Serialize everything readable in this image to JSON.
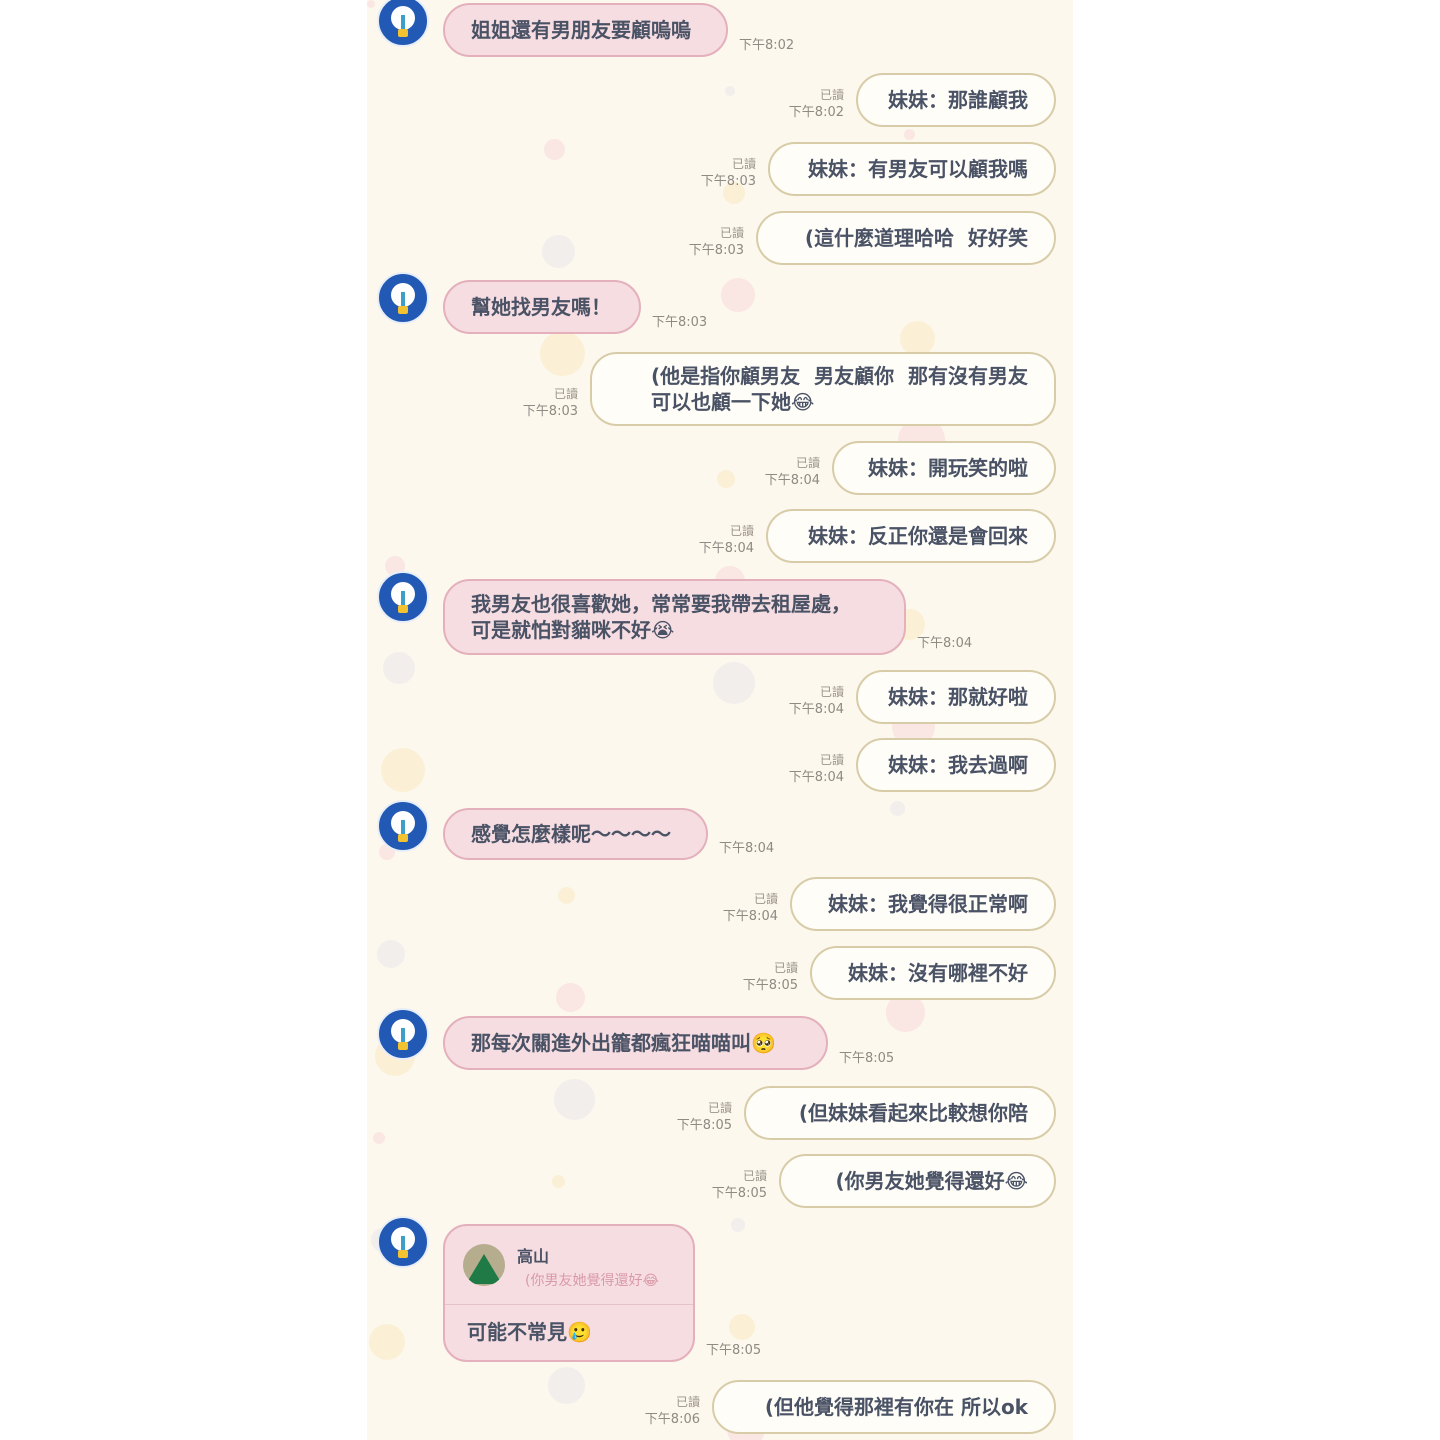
{
  "chat": {
    "read_label": "已讀",
    "messages": [
      {
        "side": "left",
        "text": "姐姐還有男朋友要顧嗚嗚",
        "time": "下午8:02"
      },
      {
        "side": "right",
        "text": "妹妹：那誰顧我",
        "time": "下午8:02",
        "read": true
      },
      {
        "side": "right",
        "text": "妹妹：有男友可以顧我嗎",
        "time": "下午8:03",
        "read": true
      },
      {
        "side": "right",
        "text": "(這什麼道理哈哈  好好笑",
        "time": "下午8:03",
        "read": true
      },
      {
        "side": "left",
        "text": "幫她找男友嗎！",
        "time": "下午8:03"
      },
      {
        "side": "right",
        "text": "(他是指你顧男友  男友顧你  那有沒有男友\n可以也顧一下她😂",
        "time": "下午8:03",
        "read": true
      },
      {
        "side": "right",
        "text": "妹妹：開玩笑的啦",
        "time": "下午8:04",
        "read": true
      },
      {
        "side": "right",
        "text": "妹妹：反正你還是會回來",
        "time": "下午8:04",
        "read": true
      },
      {
        "side": "left",
        "text": "我男友也很喜歡她，常常要我帶去租屋處，\n可是就怕對貓咪不好😭",
        "time": "下午8:04"
      },
      {
        "side": "right",
        "text": "妹妹：那就好啦",
        "time": "下午8:04",
        "read": true
      },
      {
        "side": "right",
        "text": "妹妹：我去過啊",
        "time": "下午8:04",
        "read": true
      },
      {
        "side": "left",
        "text": "感覺怎麼樣呢～～～～",
        "time": "下午8:04"
      },
      {
        "side": "right",
        "text": "妹妹：我覺得很正常啊",
        "time": "下午8:04",
        "read": true
      },
      {
        "side": "right",
        "text": "妹妹：沒有哪裡不好",
        "time": "下午8:05",
        "read": true
      },
      {
        "side": "left",
        "text": "那每次關進外出籠都瘋狂喵喵叫🥺",
        "time": "下午8:05"
      },
      {
        "side": "right",
        "text": "(但妹妹看起來比較想你陪",
        "time": "下午8:05",
        "read": true
      },
      {
        "side": "right",
        "text": "(你男友她覺得還好😂",
        "time": "下午8:05",
        "read": true
      },
      {
        "side": "left",
        "reply": {
          "name": "高山",
          "quote": "(你男友她覺得還好😂"
        },
        "text": "可能不常見🥲",
        "time": "下午8:05"
      },
      {
        "side": "right",
        "text": "(但他覺得那裡有你在 所以ok",
        "time": "下午8:06",
        "read": true
      }
    ]
  }
}
